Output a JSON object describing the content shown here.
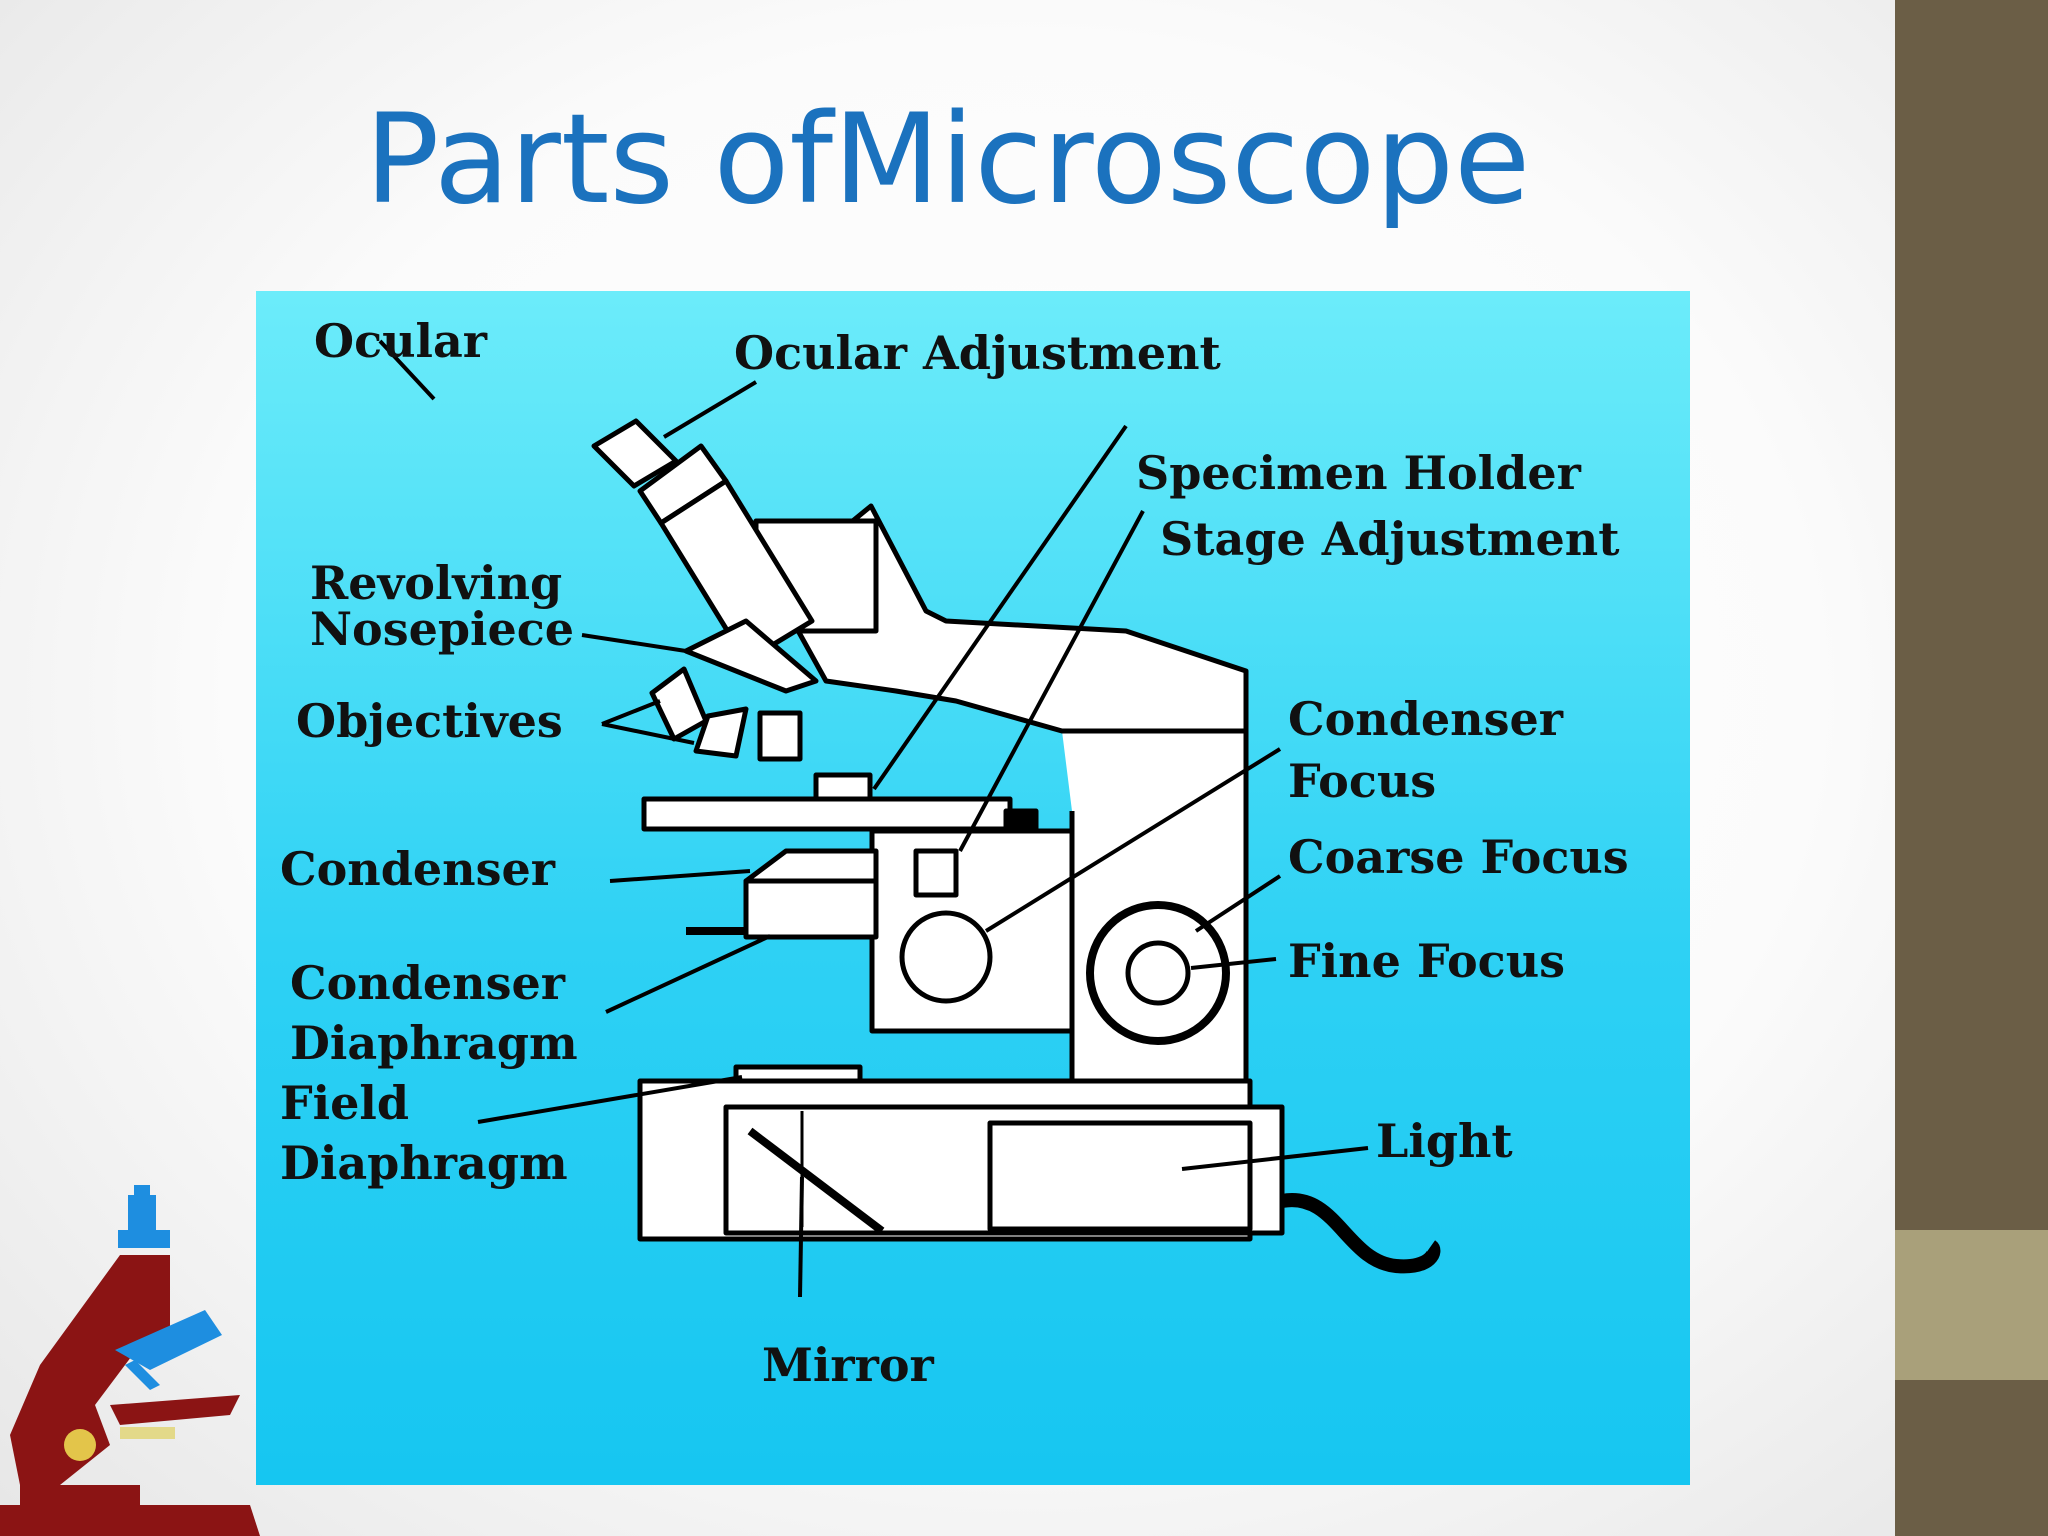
{
  "slide": {
    "title": "Parts ofMicroscope"
  },
  "diagram": {
    "labels": {
      "ocular": "Ocular",
      "ocular_adjustment": "Ocular Adjustment",
      "specimen_holder": "Specimen Holder",
      "stage_adjustment": "Stage Adjustment",
      "revolving": "Revolving",
      "nosepiece": "Nosepiece",
      "objectives": "Objectives",
      "condenser_focus_1": "Condenser",
      "condenser_focus_2": "Focus",
      "condenser": "Condenser",
      "coarse_focus": "Coarse Focus",
      "fine_focus": "Fine Focus",
      "condenser_diaphragm_1": "Condenser",
      "condenser_diaphragm_2": "Diaphragm",
      "field_diaphragm_1": "Field",
      "field_diaphragm_2": "Diaphragm",
      "light": "Light",
      "mirror": "Mirror"
    }
  },
  "colors": {
    "title": "#1b72be",
    "panel_top": "#6cecfa",
    "panel_bottom": "#16c6f1",
    "side_bar": "#6b5e46",
    "side_accent": "#a9a07a",
    "logo_red": "#8b1414",
    "logo_blue": "#1e8ee0"
  }
}
